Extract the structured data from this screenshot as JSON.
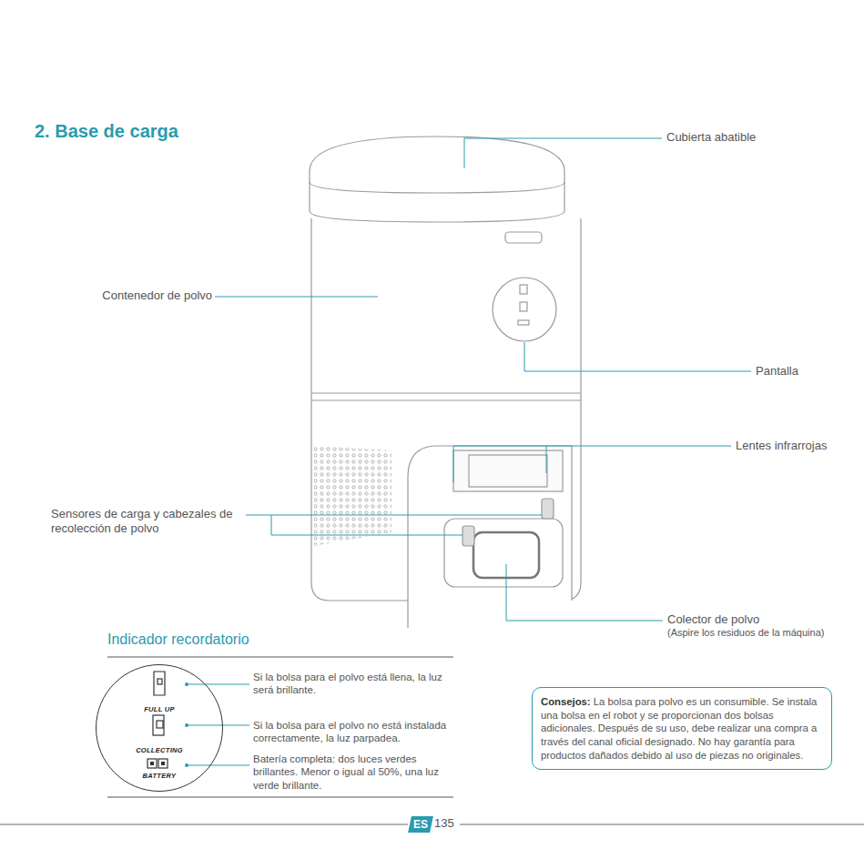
{
  "diagram": {
    "title": "2. Base de carga",
    "nodes": [
      {
        "text": [
          "FULL UP",
          "COLLECTING",
          "BATTERY"
        ]
      },
      {
        "text": [
          "Consejos:",
          "La bolsa para polvo es un consumible. Se instala una bolsa en el robot y se proporcionan dos bolsas adicionales. Después de su uso, debe realizar una compra a través del canal oficial designado. No hay garantía para productos dañados debido al uso de piezas no originales."
        ]
      },
      {
        "text": [
          "ES"
        ]
      }
    ],
    "labels": [
      "Cubierta abatible",
      "Contenedor de polvo",
      "Pantalla",
      "Lentes infrarrojas",
      "Sensores de carga y cabezales de recolección de polvo",
      "Colector de polvo",
      "(Aspire los residuos de la máquina)",
      "Indicador recordatorio",
      "Si la bolsa para el polvo está llena, la luz será brillante.",
      "Si la bolsa para el polvo no está instalada correctamente, la luz parpadea.",
      "Batería completa: dos luces verdes brillantes. Menor o igual al 50%, una luz verde brillante.",
      "135"
    ]
  }
}
